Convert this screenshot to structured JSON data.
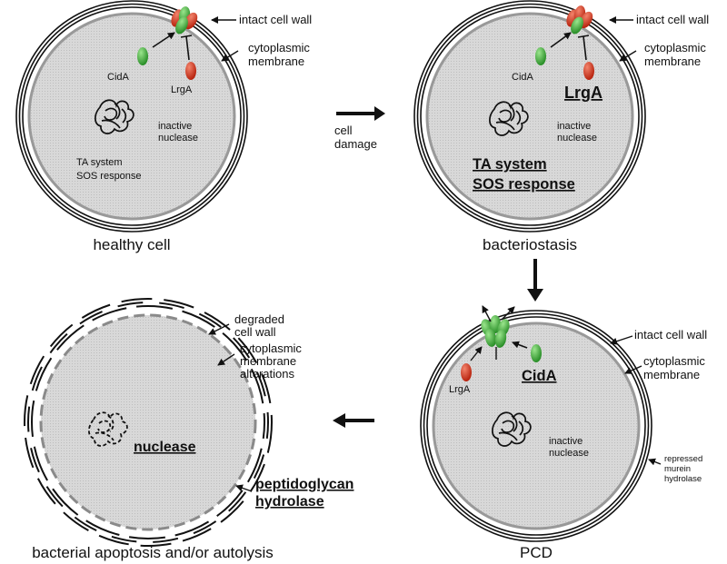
{
  "panels": {
    "healthy": {
      "caption": "healthy cell",
      "labels": {
        "wall_line1": "intact cell wall",
        "membrane_line1": "cytoplasmic",
        "membrane_line2": "membrane",
        "cida": "CidA",
        "lrga": "LrgA",
        "nuclease_line1": "inactive",
        "nuclease_line2": "nuclease",
        "ta": "TA system",
        "sos": "SOS response"
      }
    },
    "bacteriostasis": {
      "caption": "bacteriostasis",
      "labels": {
        "wall_line1": "intact cell wall",
        "membrane_line1": "cytoplasmic",
        "membrane_line2": "membrane",
        "cida": "CidA",
        "lrga": "LrgA",
        "nuclease_line1": "inactive",
        "nuclease_line2": "nuclease",
        "ta": "TA system",
        "sos": "SOS response"
      }
    },
    "pcd": {
      "caption": "PCD",
      "labels": {
        "wall_line1": "intact cell wall",
        "membrane_line1": "cytoplasmic",
        "membrane_line2": "membrane",
        "cida": "CidA",
        "lrga": "LrgA",
        "nuclease_line1": "inactive",
        "nuclease_line2": "nuclease",
        "hydrolase_line1": "repressed",
        "hydrolase_line2": "murein",
        "hydrolase_line3": "hydrolase"
      }
    },
    "apoptosis": {
      "caption": "bacterial apoptosis and/or autolysis",
      "labels": {
        "wall_line1": "degraded",
        "wall_line2": "cell wall",
        "membrane_line1": "cytoplasmic",
        "membrane_line2": "membrane",
        "membrane_line3": "alterations",
        "nuclease": "nuclease",
        "peptido_line1": "peptidoglycan",
        "peptido_line2": "hydrolase"
      }
    }
  },
  "arrows": {
    "damage_line1": "cell",
    "damage_line2": "damage"
  },
  "colors": {
    "cytoplasm": "#d6d6d6",
    "cida": "#3fae3a",
    "lrga": "#d8361e",
    "membrane": "#9a9a9a"
  }
}
